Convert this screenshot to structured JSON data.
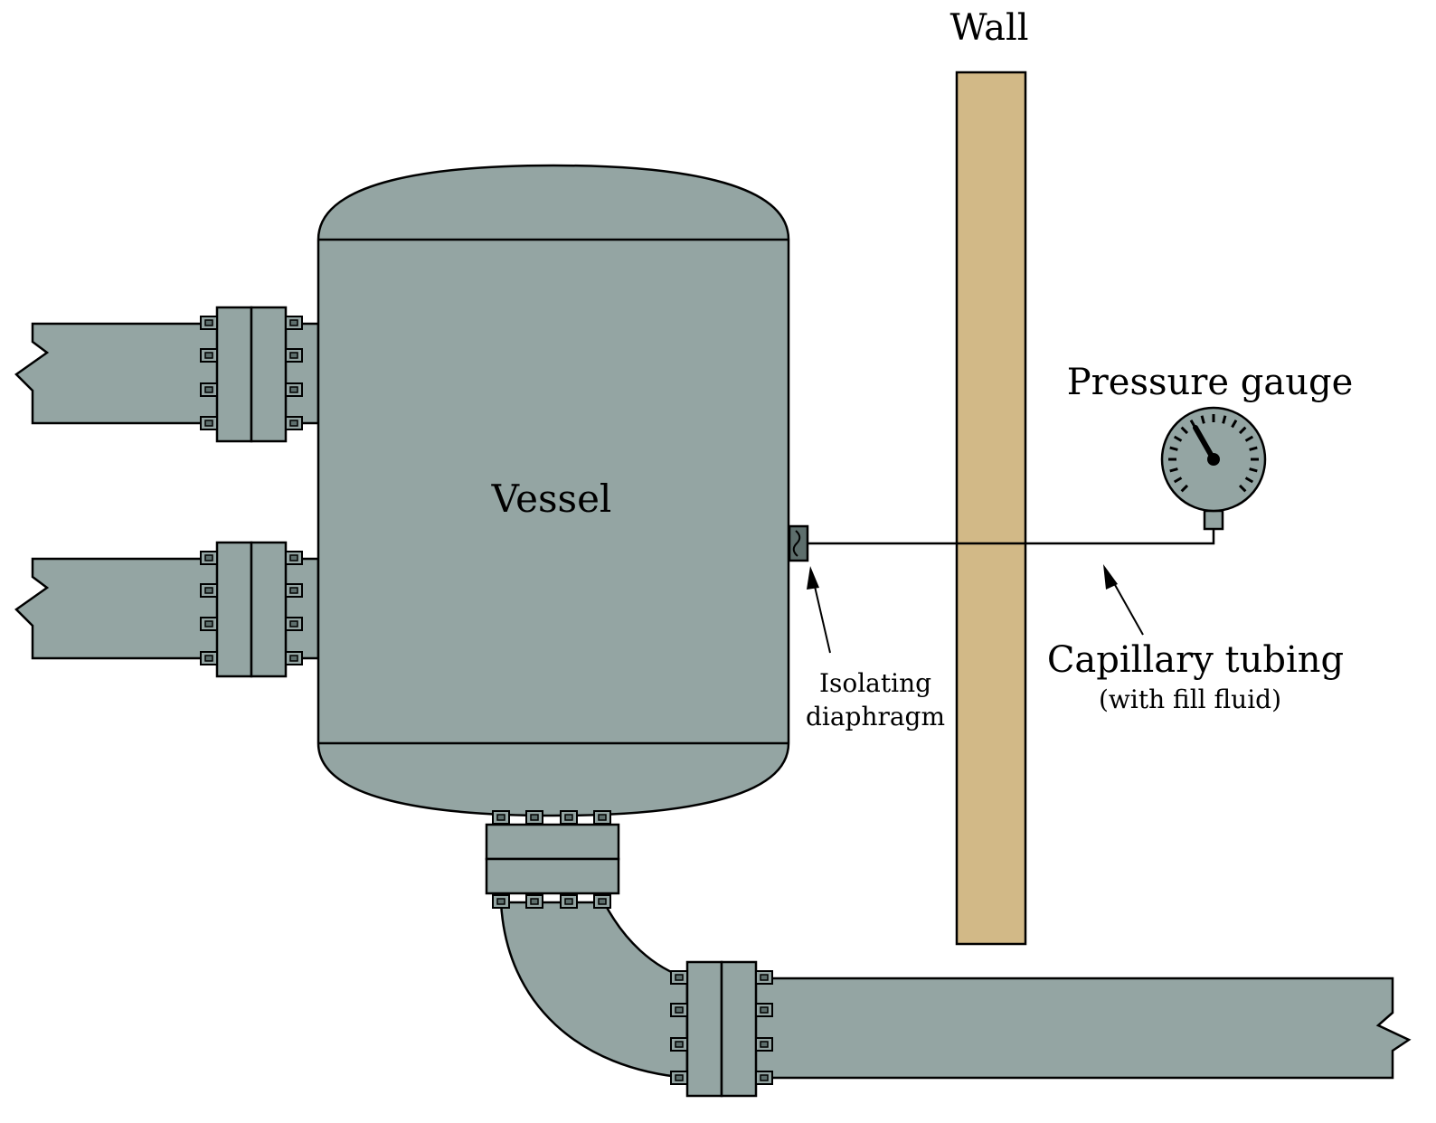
{
  "labels": {
    "wall": "Wall",
    "vessel": "Vessel",
    "pressure_gauge": "Pressure gauge",
    "isolating_diaphragm_line1": "Isolating",
    "isolating_diaphragm_line2": "diaphragm",
    "capillary_tubing": "Capillary tubing",
    "capillary_note": "(with fill fluid)"
  },
  "colors": {
    "steel": "#94a5a3",
    "wall": "#d2b987",
    "outline": "#000000",
    "diaphragm": "#5d6e6c"
  }
}
